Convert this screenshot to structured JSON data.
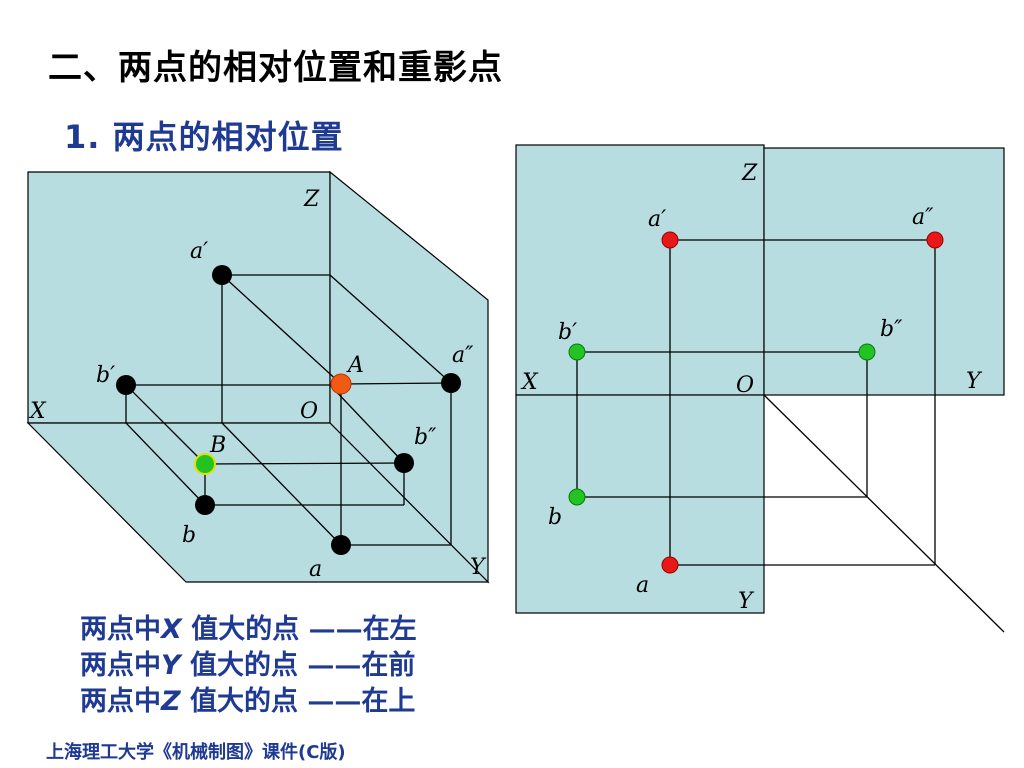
{
  "heading": "二、两点的相对位置和重影点",
  "subheading": "1. 两点的相对位置",
  "colors": {
    "plane_fill": "#b8dde1",
    "point_black": "#000000",
    "point_red": "#e81818",
    "point_green": "#22c322",
    "point_orange": "#f05a14",
    "text_blue": "#1f3a93"
  },
  "left_diagram": {
    "labels": {
      "z": "Z",
      "x": "X",
      "y": "Y",
      "o": "O",
      "a_v": "a′",
      "a_w": "a″",
      "a_h": "a",
      "b_v": "b′",
      "b_w": "b″",
      "b_h": "b",
      "A": "A",
      "B": "B"
    }
  },
  "right_diagram": {
    "labels": {
      "z": "Z",
      "x": "X",
      "y_right": "Y",
      "y_bottom": "Y",
      "o": "O",
      "a_v": "a′",
      "a_w": "a″",
      "a_h": "a",
      "b_v": "b′",
      "b_w": "b″",
      "b_h": "b"
    }
  },
  "rules": [
    {
      "prefix": "两点中",
      "var": "X",
      "suffix": " 值大的点 ——在左"
    },
    {
      "prefix": "两点中",
      "var": "Y",
      "suffix": " 值大的点 ——在前"
    },
    {
      "prefix": "两点中",
      "var": "Z",
      "suffix": " 值大的点 ——在上"
    }
  ],
  "footer": "上海理工大学《机械制图》课件(C版)"
}
